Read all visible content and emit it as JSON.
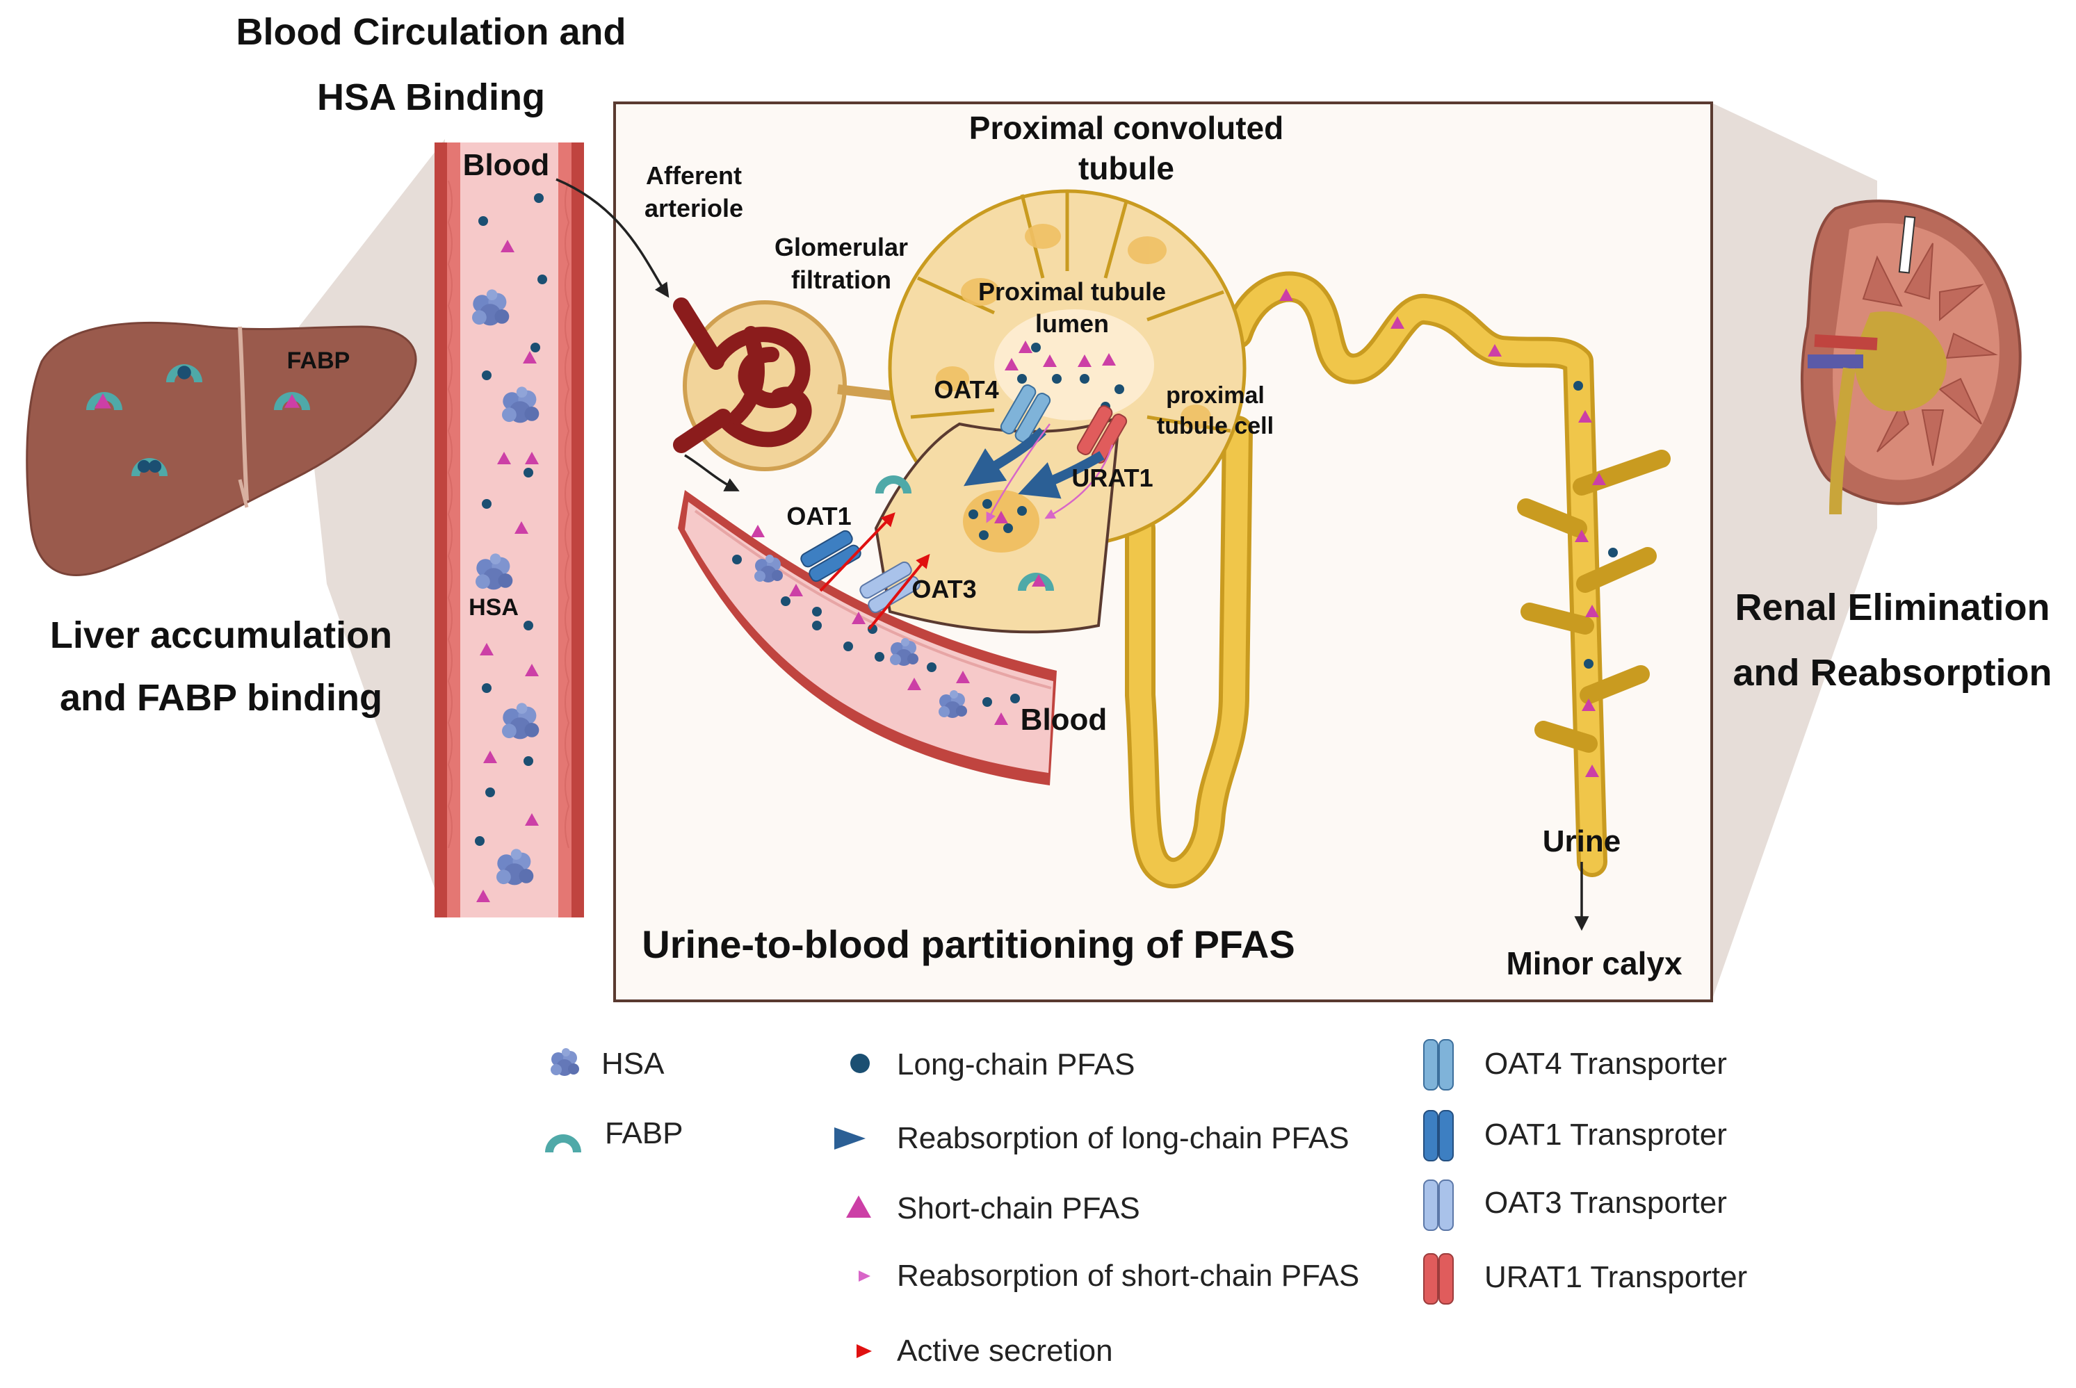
{
  "titles": {
    "blood_circulation": "Blood Circulation and",
    "hsa_binding": "HSA Binding",
    "liver_1": "Liver accumulation",
    "liver_2": "and FABP binding",
    "renal_1": "Renal Elimination",
    "renal_2": "and Reabsorption",
    "main_panel": "Urine-to-blood partitioning of PFAS"
  },
  "labels": {
    "blood_top": "Blood",
    "blood_bottom": "Blood",
    "hsa": "HSA",
    "fabp": "FABP",
    "afferent_1": "Afferent",
    "afferent_2": "arteriole",
    "glomerular_1": "Glomerular",
    "glomerular_2": "filtration",
    "pct_1": "Proximal convoluted",
    "pct_2": "tubule",
    "lumen_1": "Proximal tubule",
    "lumen_2": "lumen",
    "cell_1": "proximal",
    "cell_2": "tubule cell",
    "oat4": "OAT4",
    "urat1": "URAT1",
    "oat1": "OAT1",
    "oat3": "OAT3",
    "urine": "Urine",
    "minor_calyx": "Minor calyx"
  },
  "legend": {
    "hsa": "HSA",
    "fabp": "FABP",
    "long_chain": "Long-chain PFAS",
    "reabs_long": "Reabsorption of long-chain PFAS",
    "short_chain": "Short-chain PFAS",
    "reabs_short": "Reabsorption of short-chain PFAS",
    "active_secretion": "Active secretion",
    "oat4_t": "OAT4 Transporter",
    "oat1_t": "OAT1 Transproter",
    "oat3_t": "OAT3 Transporter",
    "urat1_t": "URAT1 Transporter"
  },
  "colors": {
    "liver": "#9a5a4c",
    "vessel_wall": "#c0443f",
    "vessel_lumen": "#f6c9c9",
    "tubule": "#f0c64a",
    "cell": "#f6dca6",
    "long_chain_pfas": "#1b4f72",
    "short_chain_pfas": "#cc3fa6",
    "hsa": "#6f86c6",
    "fabp": "#4fa9a8",
    "oat4": "#7fb3d9",
    "oat1": "#3d7fc2",
    "oat3": "#a9c2ea",
    "urat1": "#e05c5c",
    "active_secretion": "#e01010"
  },
  "icons": [
    "hsa-icon",
    "fabp-icon",
    "long-chain-dot-icon",
    "short-chain-triangle-icon",
    "arrow-icon",
    "transporter-icon",
    "kidney-icon",
    "liver-icon"
  ]
}
